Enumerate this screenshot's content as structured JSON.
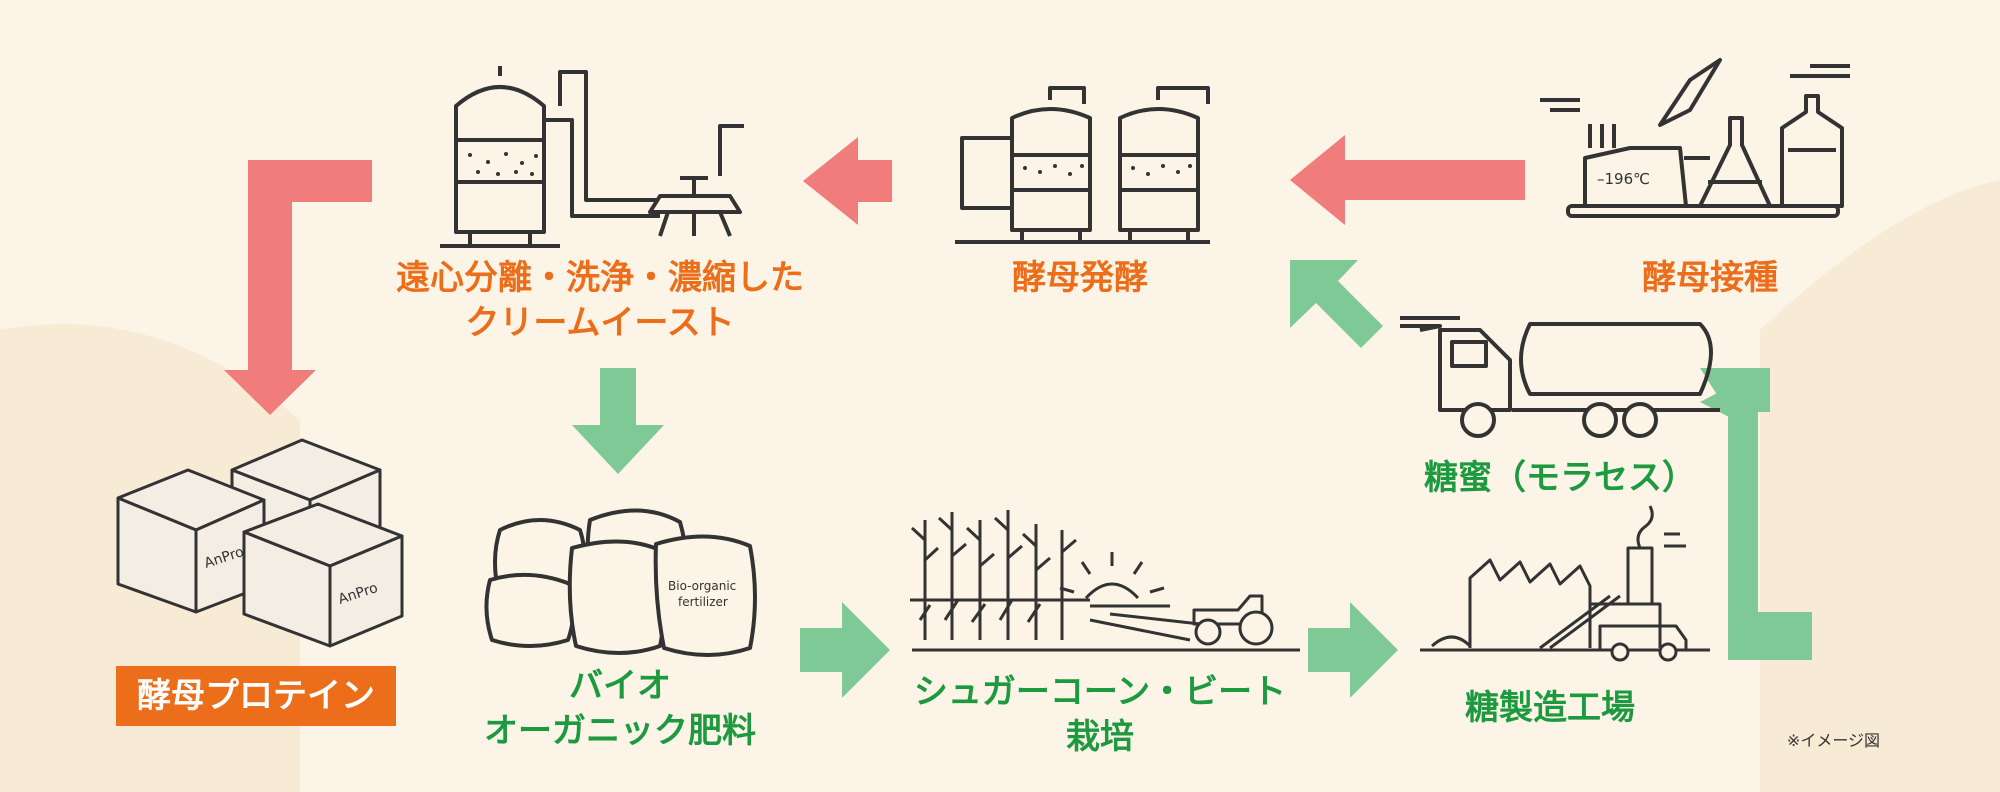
{
  "labels": {
    "cream_yeast_line1": "遠心分離・洗浄・濃縮した",
    "cream_yeast_line2": "クリームイースト",
    "fermentation": "酵母発酵",
    "inoculation": "酵母接種",
    "molasses": "糖蜜（モラセス）",
    "yeast_protein": "酵母プロテイン",
    "bio_fertilizer_line1": "バイオ",
    "bio_fertilizer_line2": "オーガニック肥料",
    "cultivation_line1": "シュガーコーン・ビート",
    "cultivation_line2": "栽培",
    "sugar_factory": "糖製造工場",
    "note": "※イメージ図"
  },
  "markings": {
    "box_brand": "AnPro",
    "bag_text_line1": "Bio-organic",
    "bag_text_line2": "fertilizer",
    "temperature": "–196℃"
  },
  "colors": {
    "background": "#fcf4e6",
    "arrow_red": "#f07c7c",
    "arrow_green": "#7fc996",
    "label_orange": "#ec6d1a",
    "label_green": "#1d9a3f",
    "line_art": "#333333"
  }
}
